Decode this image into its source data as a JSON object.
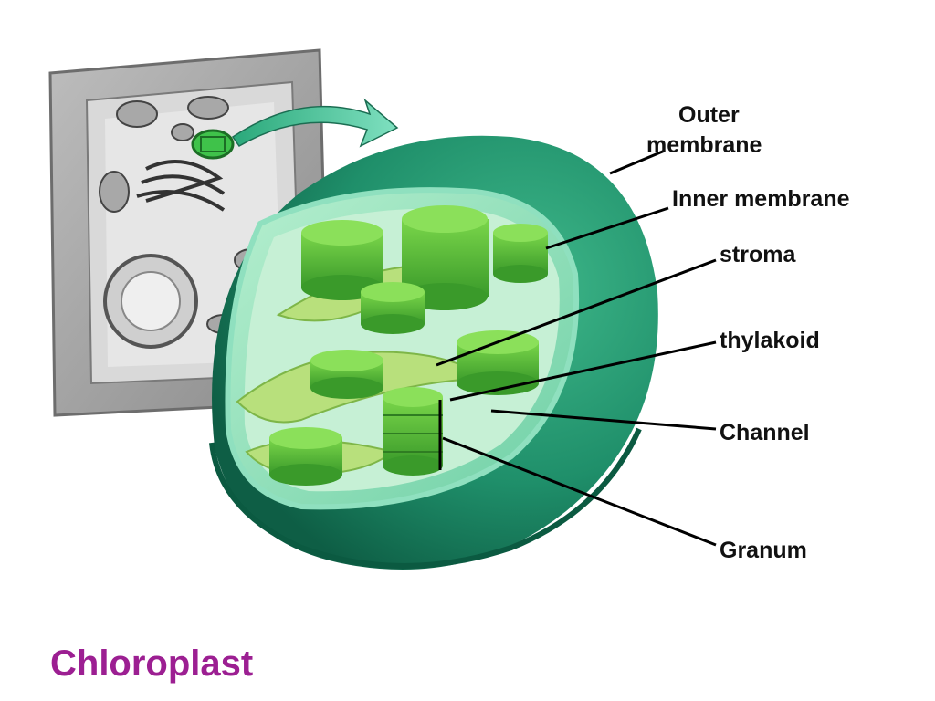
{
  "title": "Chloroplast",
  "colors": {
    "title": "#9c1f92",
    "outer_membrane": "#1f8f6a",
    "inner_membrane": "#4cc3a0",
    "thylakoid": "#5cbf3a",
    "stroma_lamella": "#9ed36a",
    "cell_gray": "#9a9a9a"
  },
  "labels": {
    "outer_membrane_line1": "Outer",
    "outer_membrane_line2": "membrane",
    "inner_membrane": "Inner membrane",
    "stroma": "stroma",
    "thylakoid": "thylakoid",
    "channel": "Channel",
    "granum": "Granum"
  }
}
